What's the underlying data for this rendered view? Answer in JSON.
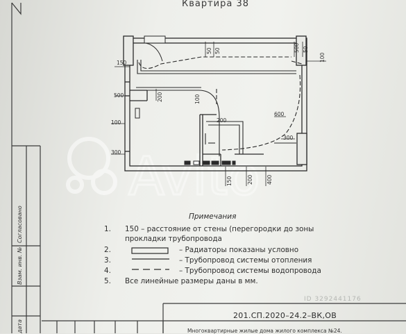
{
  "title": "Квартира 38",
  "dimensions": {
    "top": [
      "50",
      "50",
      "500",
      "50",
      "100"
    ],
    "left": [
      "150",
      "500",
      "100",
      "300"
    ],
    "interior": [
      "200",
      "100",
      "200",
      "600",
      "300"
    ],
    "bottom": [
      "150",
      "200",
      "400"
    ]
  },
  "notes": {
    "heading": "Примечания",
    "items": [
      {
        "num": "1.",
        "text": "150 – расстояние от стены (перегородки до зоны",
        "cont": "прокладки трубопровода"
      },
      {
        "num": "2.",
        "text": "– Радиаторы показаны условно"
      },
      {
        "num": "3.",
        "text": "– Трубопровод системы отопления"
      },
      {
        "num": "4.",
        "text": "– Трубопровод системы водопровода"
      },
      {
        "num": "5.",
        "text": "Все линейные размеры даны в мм."
      }
    ]
  },
  "side_labels": [
    "Согласовано",
    "Взам. инв. №",
    "дата"
  ],
  "stamp": {
    "code": "201.СП.2020–24.2–ВК,ОВ",
    "description": "Многоквартирные жилые дома жилого комплекса №24."
  },
  "watermark": {
    "text": "Avito",
    "id": "ID 3292441176"
  }
}
